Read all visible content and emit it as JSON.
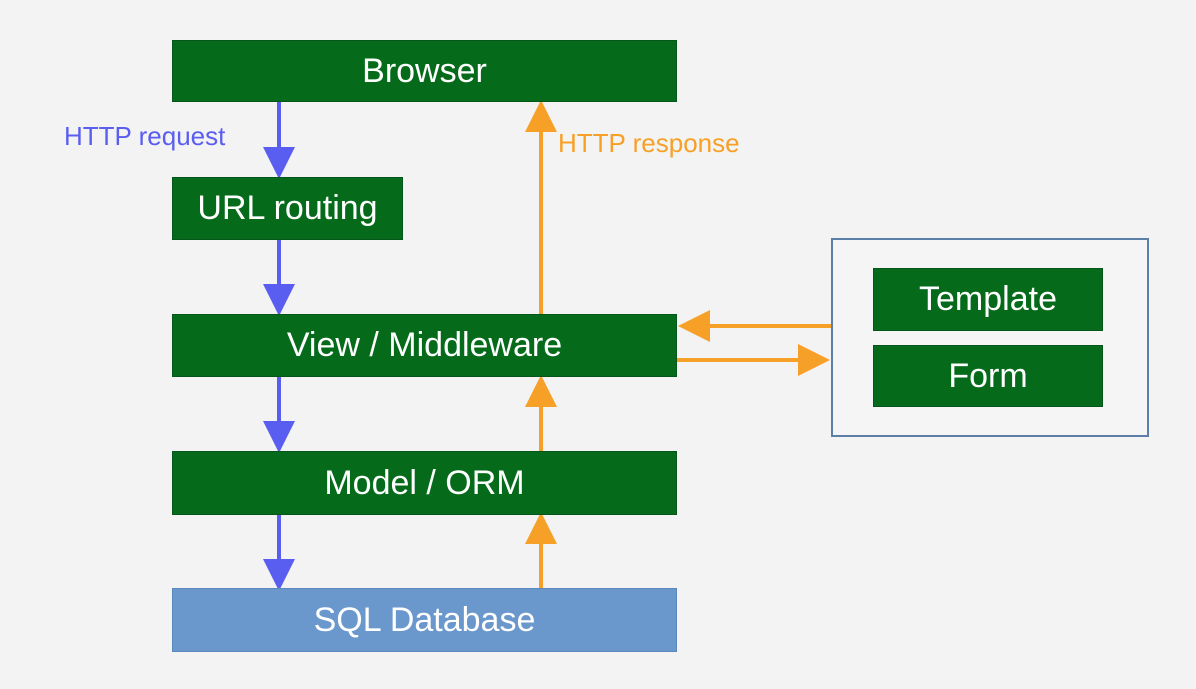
{
  "nodes": {
    "browser": "Browser",
    "url_routing": "URL routing",
    "view_middleware": "View / Middleware",
    "model_orm": "Model / ORM",
    "sql_database": "SQL Database",
    "template": "Template",
    "form": "Form"
  },
  "labels": {
    "http_request": "HTTP request",
    "http_response": "HTTP response"
  },
  "colors": {
    "box_green": "#056b1a",
    "database_blue": "#6a98cc",
    "request_arrow": "#5a5ef0",
    "response_arrow": "#f7a027",
    "panel_border": "#5b7fa6"
  }
}
